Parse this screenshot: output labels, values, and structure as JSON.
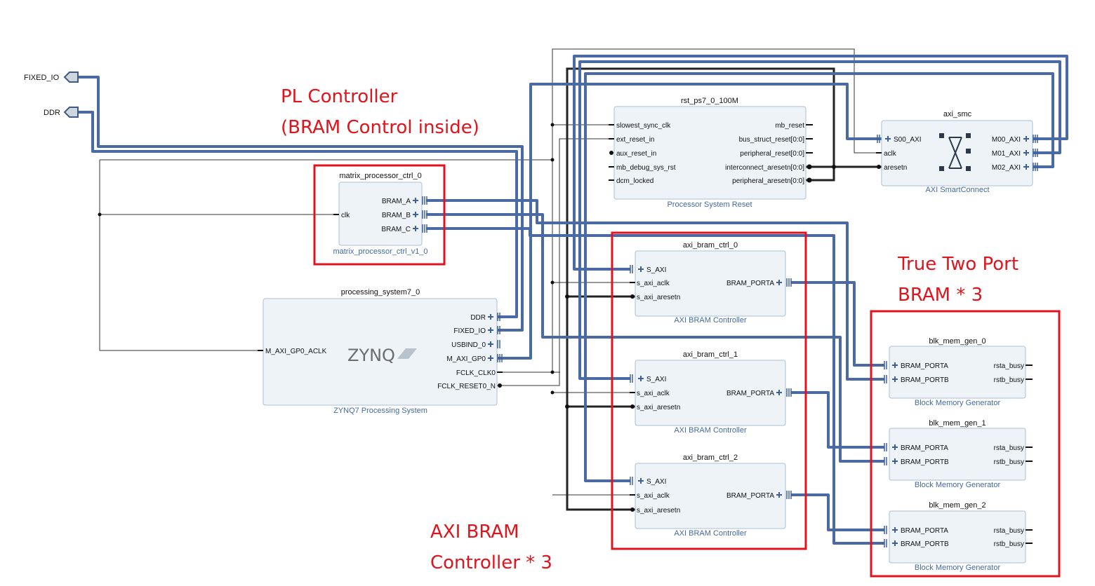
{
  "ports": {
    "fixed_io": "FIXED_IO",
    "ddr": "DDR"
  },
  "annotations": {
    "pl_line1": "PL Controller",
    "pl_line2": "(BRAM Control inside)",
    "bram_line1": "True Two Port",
    "bram_line2": "BRAM * 3",
    "axi_line1": "AXI BRAM",
    "axi_line2": "Controller * 3"
  },
  "matrix": {
    "instance": "matrix_processor_ctrl_0",
    "ip": "matrix_processor_ctrl_v1_0",
    "clk": "clk",
    "bram_a": "BRAM_A",
    "bram_b": "BRAM_B",
    "bram_c": "BRAM_C"
  },
  "ps7": {
    "instance": "processing_system7_0",
    "ip": "ZYNQ7 Processing System",
    "logo": "ZYNQ",
    "aclk": "M_AXI_GP0_ACLK",
    "ddr": "DDR",
    "fixed_io": "FIXED_IO",
    "usbind": "USBIND_0",
    "gp0": "M_AXI_GP0",
    "fclk": "FCLK_CLK0",
    "reset": "FCLK_RESET0_N"
  },
  "rst": {
    "instance": "rst_ps7_0_100M",
    "ip": "Processor System Reset",
    "slowest": "slowest_sync_clk",
    "ext": "ext_reset_in",
    "aux": "aux_reset_in",
    "mb_debug": "mb_debug_sys_rst",
    "dcm": "dcm_locked",
    "mb_reset": "mb_reset",
    "bus_struct": "bus_struct_reset[0:0]",
    "peripheral_reset": "peripheral_reset[0:0]",
    "interconnect_aresetn": "interconnect_aresetn[0:0]",
    "peripheral_aresetn": "peripheral_aresetn[0:0]"
  },
  "smc": {
    "instance": "axi_smc",
    "ip": "AXI SmartConnect",
    "s00": "S00_AXI",
    "aclk": "aclk",
    "aresetn": "aresetn",
    "m00": "M00_AXI",
    "m01": "M01_AXI",
    "m02": "M02_AXI"
  },
  "bram_ctrls": [
    {
      "instance": "axi_bram_ctrl_0",
      "ip": "AXI BRAM Controller",
      "s_axi": "S_AXI",
      "aclk": "s_axi_aclk",
      "aresetn": "s_axi_aresetn",
      "porta": "BRAM_PORTA"
    },
    {
      "instance": "axi_bram_ctrl_1",
      "ip": "AXI BRAM Controller",
      "s_axi": "S_AXI",
      "aclk": "s_axi_aclk",
      "aresetn": "s_axi_aresetn",
      "porta": "BRAM_PORTA"
    },
    {
      "instance": "axi_bram_ctrl_2",
      "ip": "AXI BRAM Controller",
      "s_axi": "S_AXI",
      "aclk": "s_axi_aclk",
      "aresetn": "s_axi_aresetn",
      "porta": "BRAM_PORTA"
    }
  ],
  "blk_mems": [
    {
      "instance": "blk_mem_gen_0",
      "ip": "Block Memory Generator",
      "porta": "BRAM_PORTA",
      "portb": "BRAM_PORTB",
      "rsta": "rsta_busy",
      "rstb": "rstb_busy"
    },
    {
      "instance": "blk_mem_gen_1",
      "ip": "Block Memory Generator",
      "porta": "BRAM_PORTA",
      "portb": "BRAM_PORTB",
      "rsta": "rsta_busy",
      "rstb": "rstb_busy"
    },
    {
      "instance": "blk_mem_gen_2",
      "ip": "Block Memory Generator",
      "porta": "BRAM_PORTA",
      "portb": "BRAM_PORTB",
      "rsta": "rsta_busy",
      "rstb": "rstb_busy"
    }
  ],
  "colors": {
    "bus": "#4a6aa5",
    "annotation": "#e0141c",
    "block_fill": "#eef3f8",
    "block_border": "#a9bfd6",
    "ip_label": "#4469a3"
  }
}
